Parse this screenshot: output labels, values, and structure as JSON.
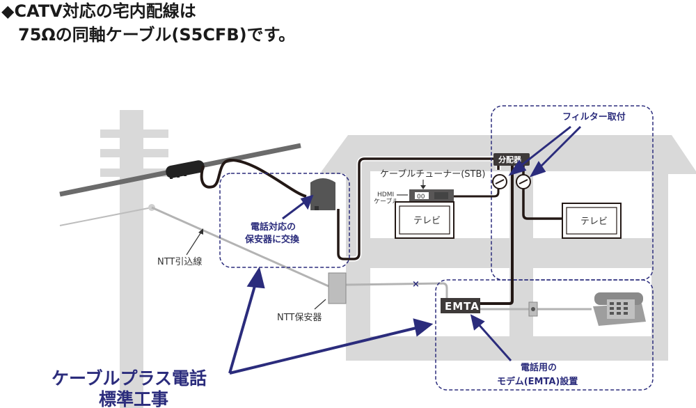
{
  "title": {
    "line1": "◆CATV対応の宅内配線は",
    "line2": "75Ωの同軸ケーブル(S5CFB)です。"
  },
  "labels": {
    "filter": "フィルター取付",
    "splitter": "分配器",
    "stb": "ケーブルチューナー(STB)",
    "hdmi_line1": "HDMI",
    "hdmi_line2": "ケーブル",
    "stb_display": "00",
    "tv_upstairs_left": "テレビ",
    "tv_upstairs_right": "テレビ",
    "protector_change_line1": "電話対応の",
    "protector_change_line2": "保安器に交換",
    "ntt_dropline": "NTT引込線",
    "ntt_protector": "NTT保安器",
    "emta": "EMTA",
    "emta_note_line1": "電話用の",
    "emta_note_line2": "モデム(EMTA)設置",
    "cableplus_line1": "ケーブルプラス電話",
    "cableplus_line2": "標準工事",
    "cut_mark": "×"
  },
  "colors": {
    "accent_blue": "#2b2c7c",
    "house_gray": "#d9d9d9",
    "cable_dark": "#231815",
    "line_gray": "#b3b3b3"
  },
  "icons": [
    "utility-pole",
    "cable-closure",
    "protector-box",
    "ntt-protector-box",
    "splitter-box",
    "filter-icon",
    "stb-box",
    "tv-set",
    "emta-modem",
    "phone-icon",
    "wall-jack-icon"
  ]
}
